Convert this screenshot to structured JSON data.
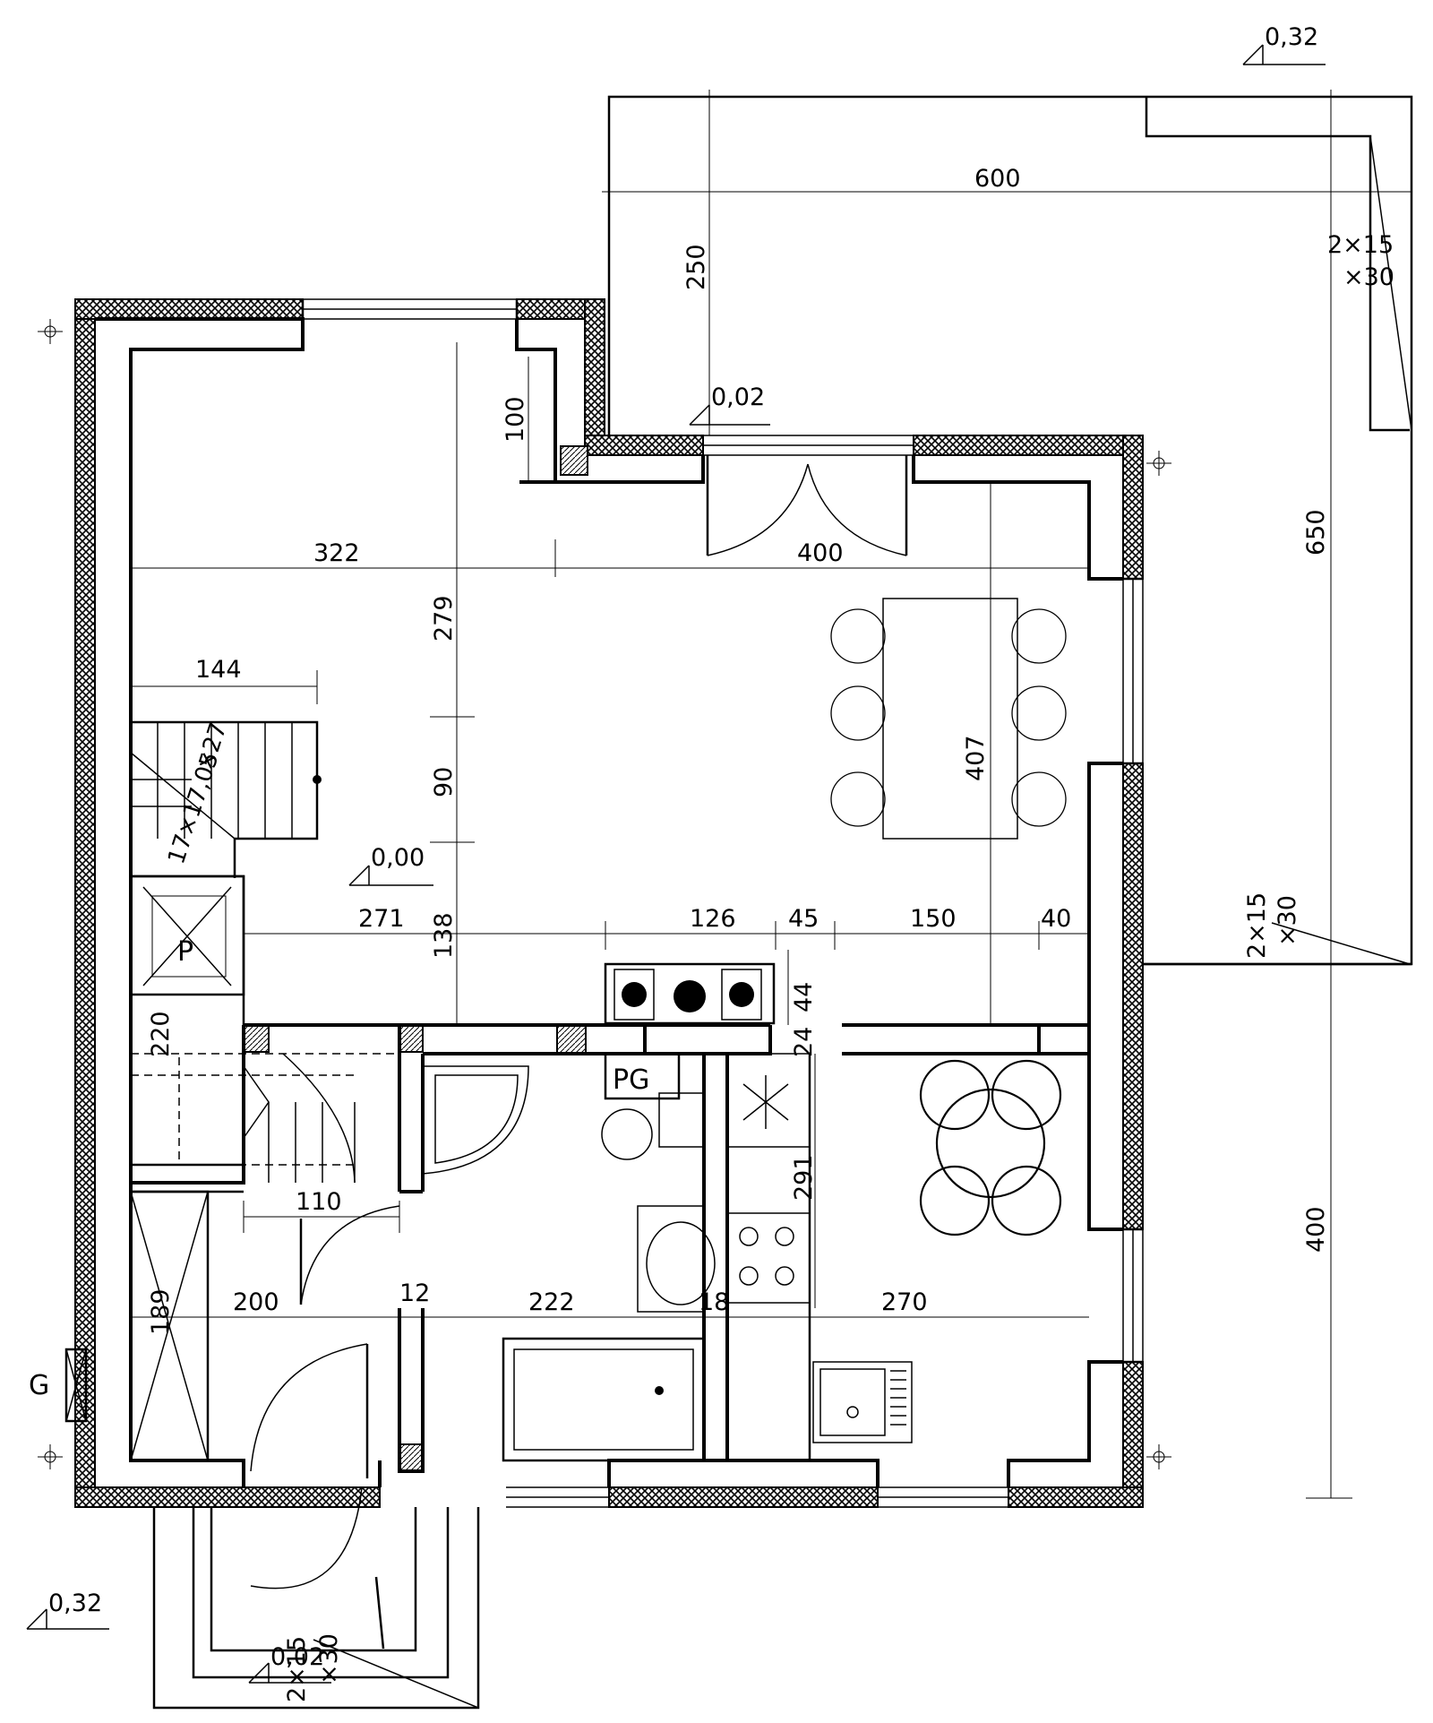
{
  "levels": {
    "top_right": "0,32",
    "terrace_step": "0,02",
    "floor": "0,00",
    "bottom_left": "0,32",
    "entrance_step": "0,02"
  },
  "stairs": {
    "main": "17×17,05\n×27",
    "terrace_right_line1": "2×15",
    "terrace_right_line2": "×30",
    "side_line1": "2×15",
    "side_line2": "×30",
    "entrance_line1": "2×15",
    "entrance_line2": "×30"
  },
  "labels": {
    "pantry": "P",
    "boiler": "PG",
    "gas": "G"
  },
  "dimensions": {
    "terrace_width": "600",
    "terrace_depth": "250",
    "terrace_length": "650",
    "wall_100": "100",
    "living_322": "322",
    "living_400": "400",
    "stair_144": "144",
    "height_279": "279",
    "height_90": "90",
    "height_138": "138",
    "dining_407": "407",
    "row_271": "271",
    "row_126": "126",
    "row_45": "45",
    "row_150": "150",
    "row_40": "40",
    "chimney_44": "44",
    "chimney_24": "24",
    "hall_220": "220",
    "hall_110": "110",
    "kitchen_291": "291",
    "row_200": "200",
    "row_12": "12",
    "row_222": "222",
    "row_18": "18",
    "row_270": "270",
    "vest_189": "189",
    "right_400": "400"
  }
}
